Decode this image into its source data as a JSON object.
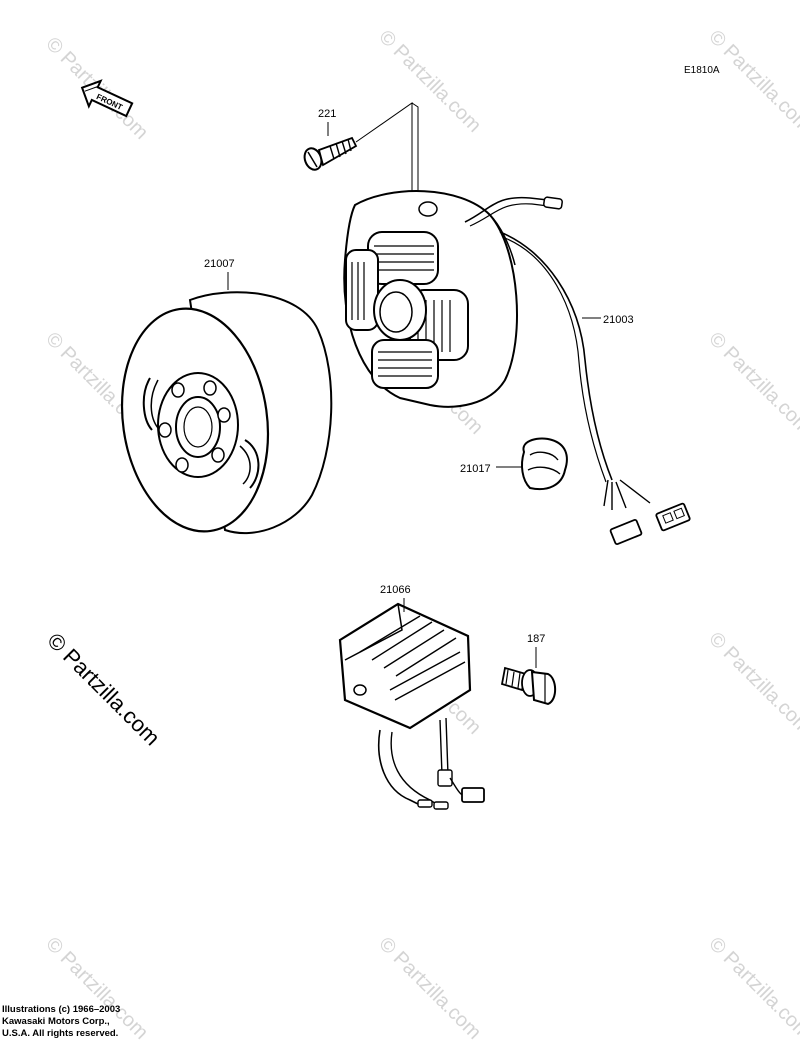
{
  "diagram": {
    "code": "E1810A",
    "front_label": "FRONT",
    "parts": {
      "screw": "221",
      "stator": "21003",
      "flywheel": "21007",
      "grommet": "21017",
      "regulator": "21066",
      "bolt": "187"
    }
  },
  "watermark": {
    "text": "© Partzilla.com"
  },
  "copyright": {
    "line1": "Illustrations (c) 1966–2003",
    "line2": "Kawasaki Motors Corp.,",
    "line3": "U.S.A.  All rights reserved."
  },
  "colors": {
    "ink": "#000000",
    "watermark": "#d4d4d4",
    "background": "#ffffff"
  }
}
